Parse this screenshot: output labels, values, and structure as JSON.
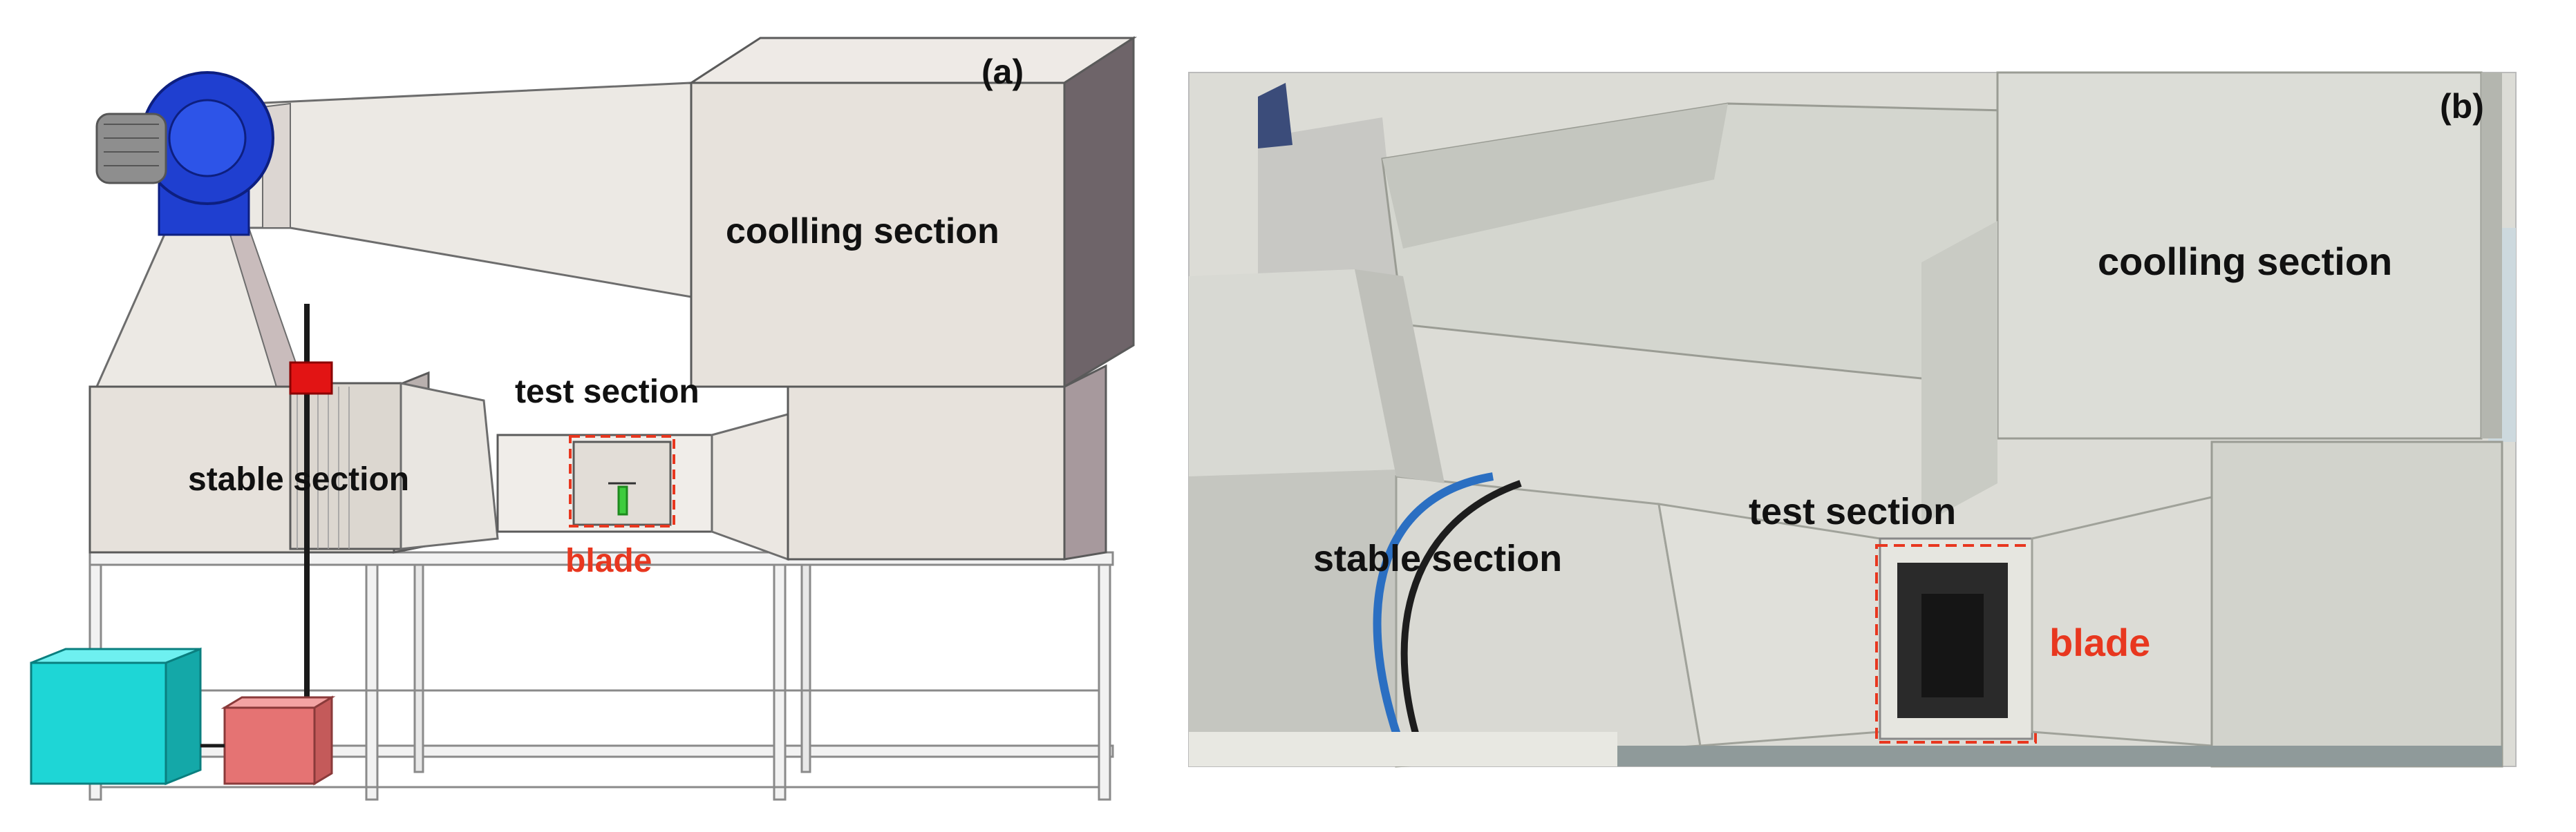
{
  "figure": {
    "panel_a": {
      "tag": "(a)",
      "labels": {
        "cooling": "coolling section",
        "test": "test section",
        "stable": "stable section",
        "blade": "blade"
      }
    },
    "panel_b": {
      "tag": "(b)",
      "labels": {
        "cooling": "coolling section",
        "test": "test section",
        "stable": "stable section",
        "blade": "blade"
      }
    }
  },
  "colors": {
    "fan_blue": "#1f3fd0",
    "cabinet_cyan": "#1ed6d6",
    "controller_pink": "#e57373",
    "sensor_red": "#e21414",
    "duct_light": "#e9e6e1",
    "duct_shade": "#c9c1bf",
    "duct_dark": "#7d7478",
    "label_red": "#e8371f",
    "highlight_dash": "#e8371f"
  }
}
